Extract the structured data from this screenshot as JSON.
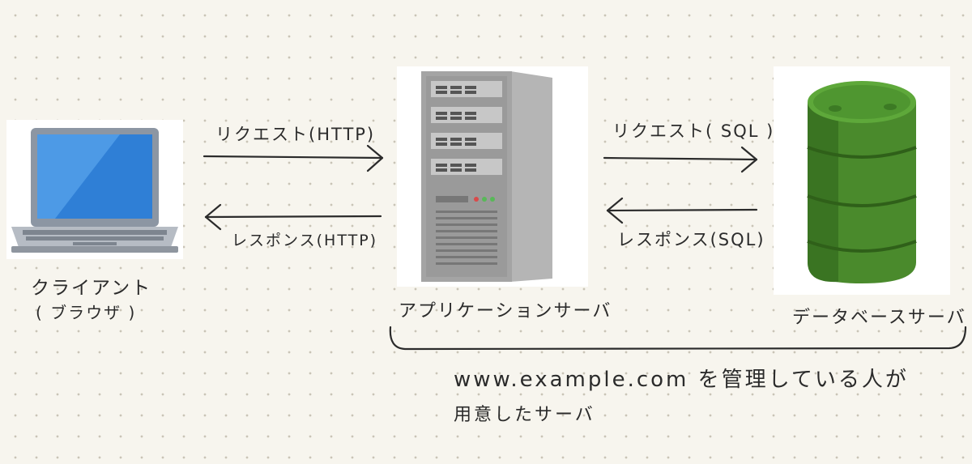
{
  "nodes": {
    "client": {
      "label_line1": "クライアント",
      "label_line2": "( ブラウザ )"
    },
    "app_server": {
      "label": "アプリケーションサーバ"
    },
    "db_server": {
      "label": "データベースサーバ"
    }
  },
  "arrows": {
    "http_request": "リクエスト(HTTP)",
    "http_response": "レスポンス(HTTP)",
    "sql_request": "リクエスト( SQL )",
    "sql_response": "レスポンス(SQL)"
  },
  "note": {
    "line1": "www.example.com を管理している人が",
    "line2": "用意したサーバ"
  }
}
